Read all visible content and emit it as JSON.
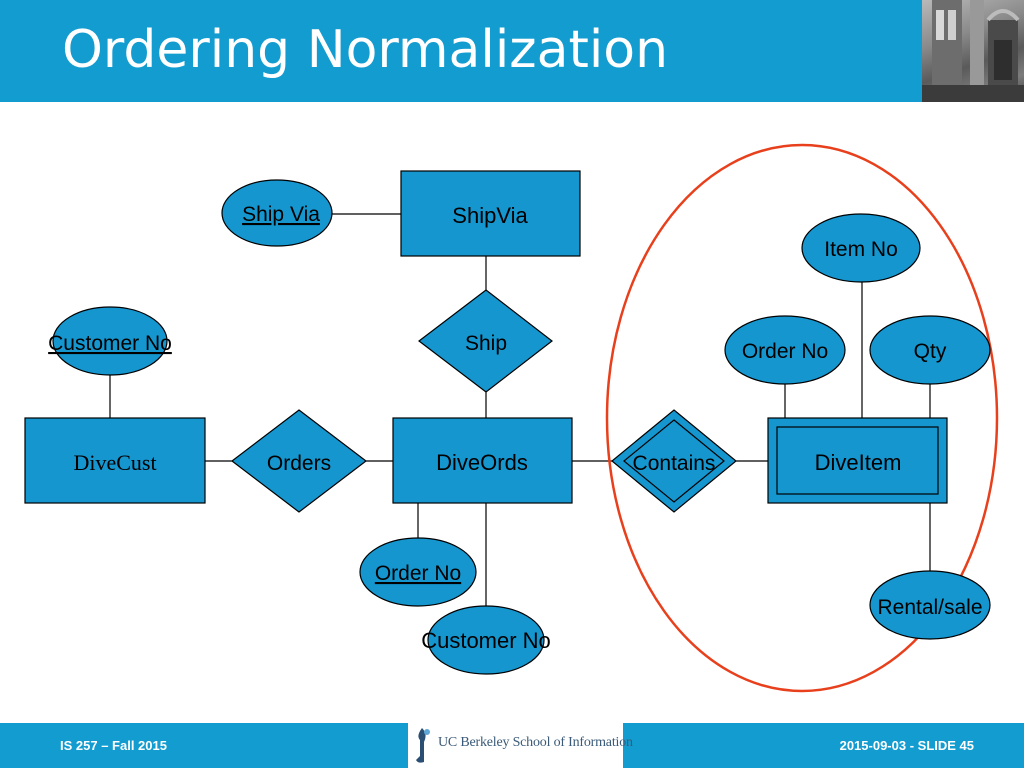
{
  "slide": {
    "title": "Ordering Normalization"
  },
  "diagram": {
    "entities": {
      "shipvia": "ShipVia",
      "diveords": "DiveOrds",
      "divecust": "DiveCust",
      "diveitem": "DiveItem"
    },
    "relationships": {
      "ship": "Ship",
      "orders": "Orders",
      "contains": "Contains"
    },
    "attributes": {
      "ship_via": "Ship Via",
      "customer_no_cust": "Customer No",
      "order_no_ords": "Order No",
      "customer_no_ords": "Customer No",
      "item_no": "Item No",
      "order_no_item": "Order No",
      "qty": "Qty",
      "rental_sale": "Rental/sale"
    }
  },
  "footer": {
    "course": "IS 257 – Fall 2015",
    "logo_text": "UC Berkeley School of Information",
    "slide_info": "2015-09-03 - SLIDE 45"
  },
  "colors": {
    "header": "#139ccf",
    "shape_fill": "#1596cf",
    "highlight_ellipse": "#e8401c"
  }
}
